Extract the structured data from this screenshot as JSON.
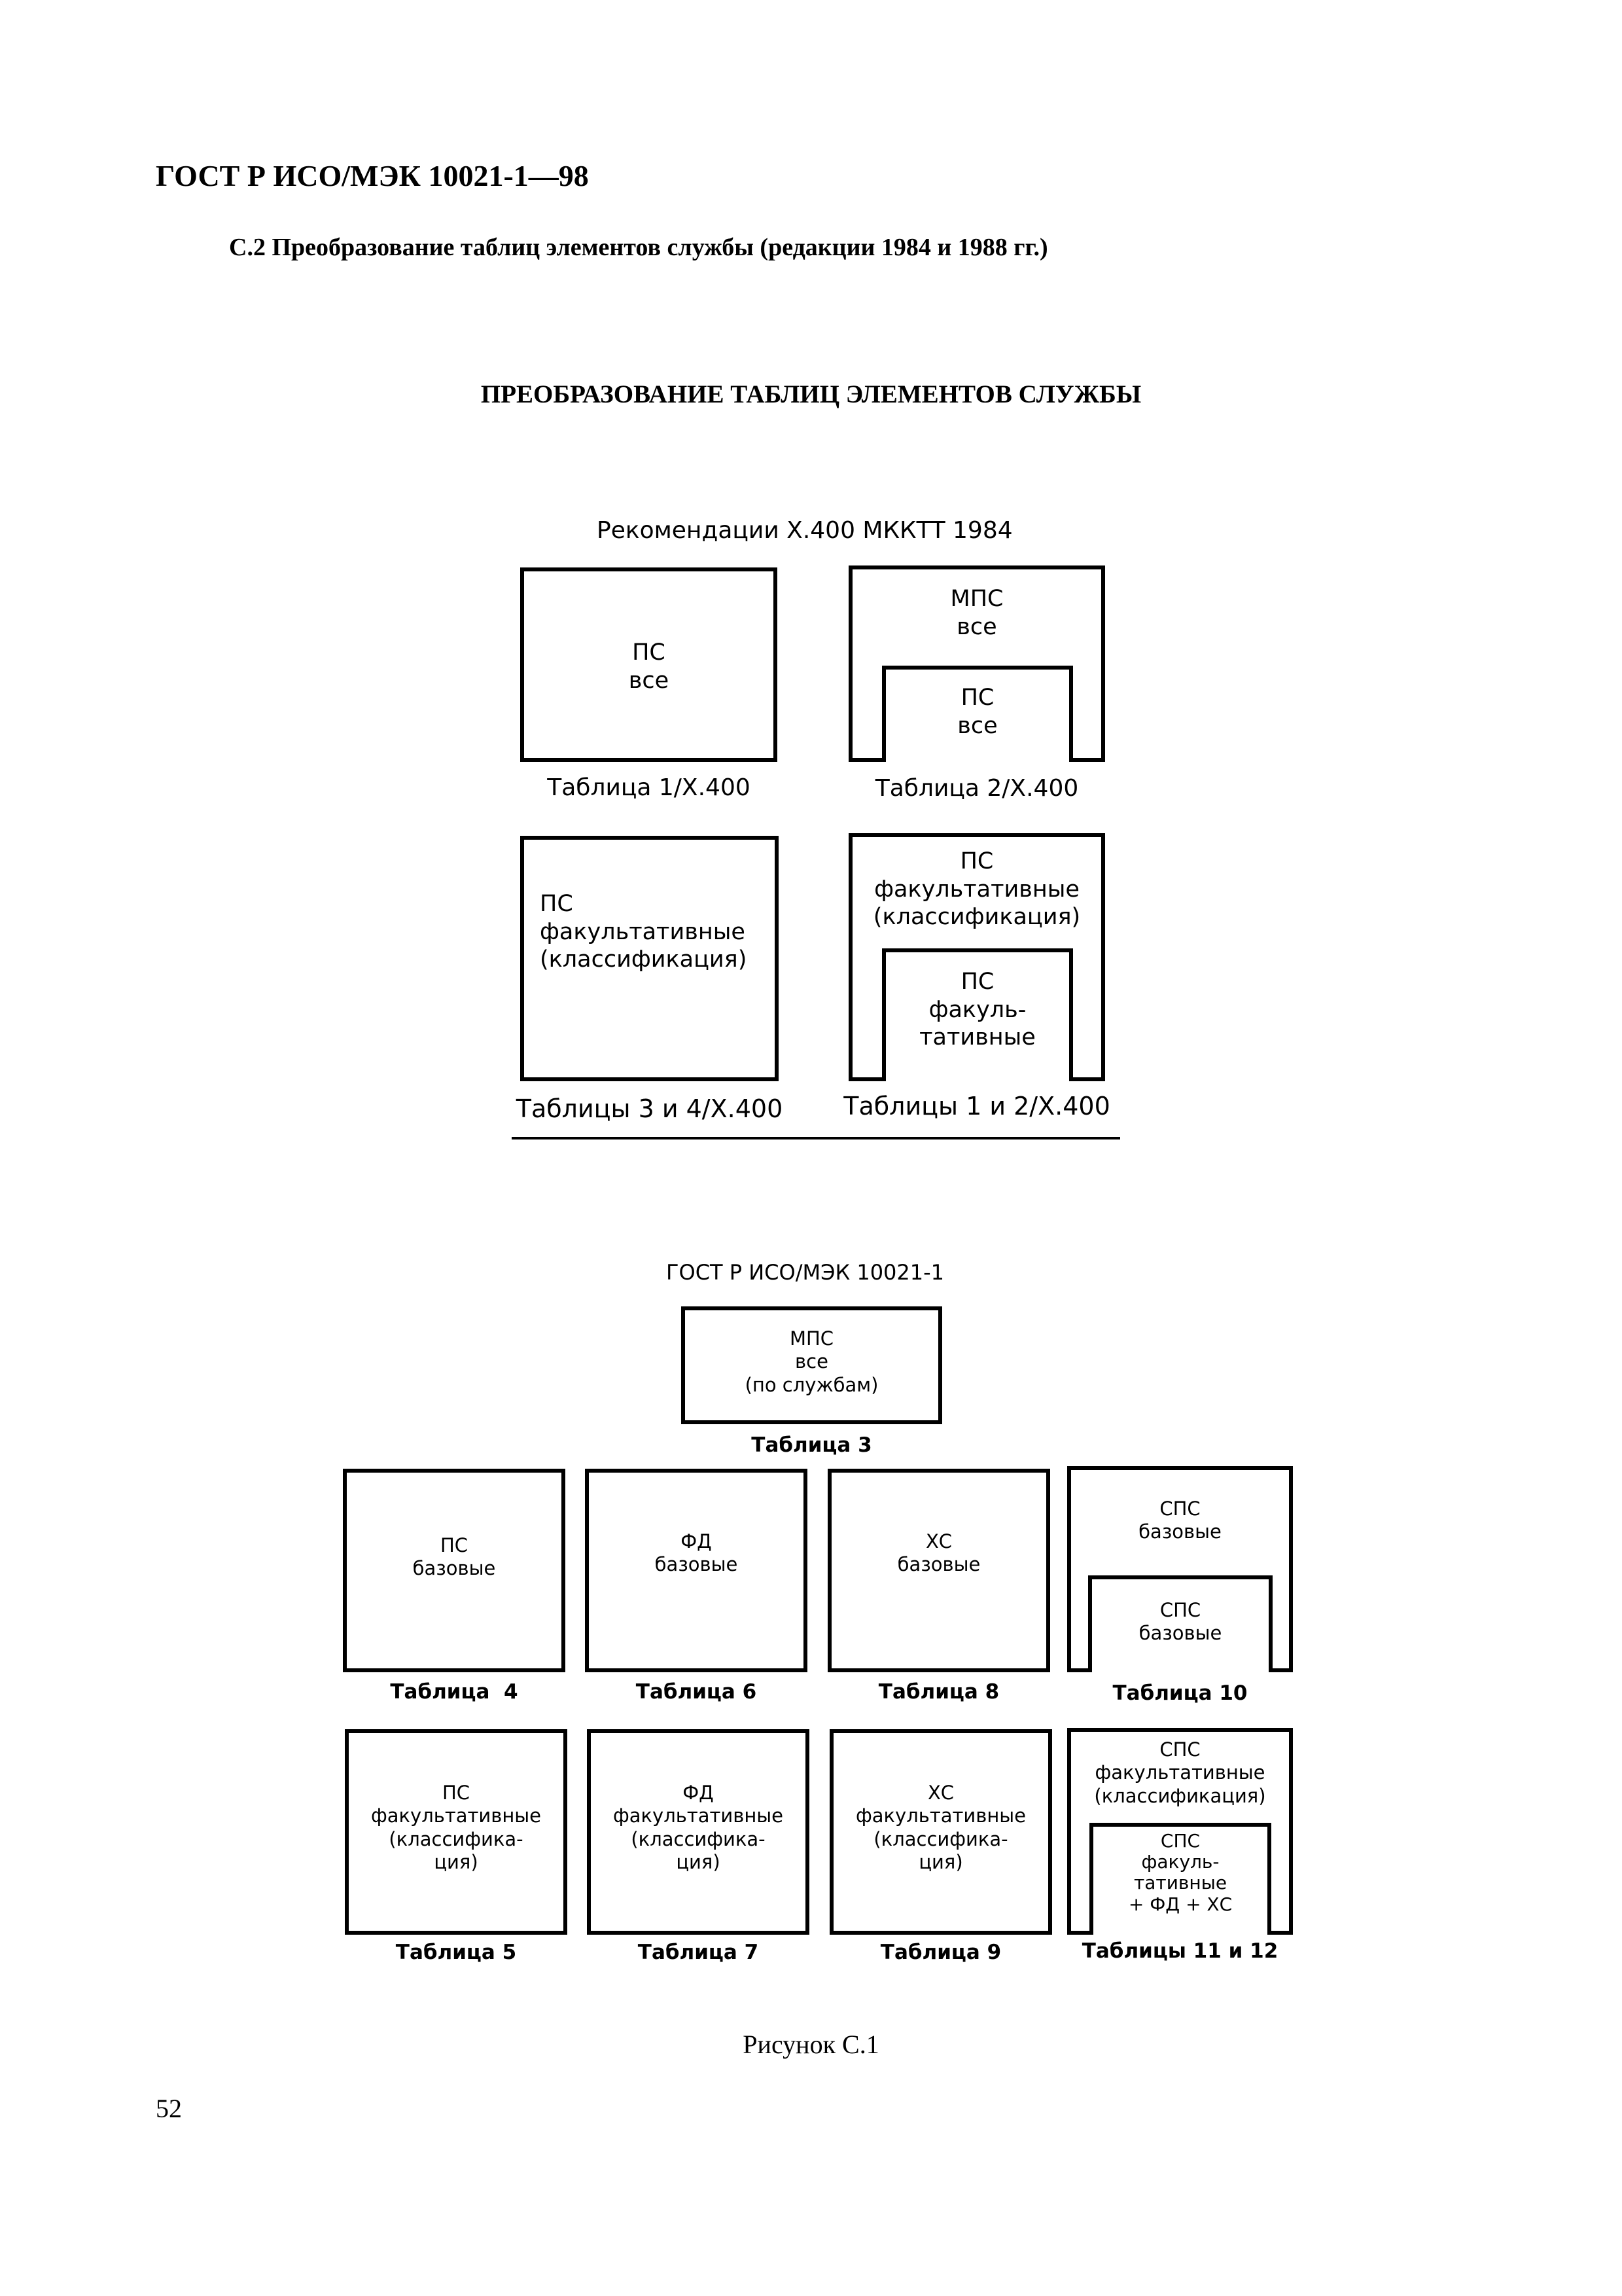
{
  "header": {
    "doc_id": "ГОСТ Р ИСО/МЭК 10021-1—98",
    "section": "С.2 Преобразование таблиц элементов службы (редакции 1984 и 1988 гг.)",
    "figure_title": "ПРЕОБРАЗОВАНИЕ ТАБЛИЦ ЭЛЕМЕНТОВ СЛУЖБЫ"
  },
  "diagram1": {
    "heading": "Рекомендации X.400 МККТТ 1984",
    "box1": {
      "text": [
        "ПС",
        "все"
      ],
      "caption": "Таблица 1/X.400"
    },
    "box2": {
      "outer": [
        "МПС",
        "все"
      ],
      "inner": [
        "ПС",
        "все"
      ],
      "caption": "Таблица 2/X.400"
    },
    "box3": {
      "text": [
        "ПС",
        "факультативные",
        "(классификация)"
      ],
      "caption": "Таблицы 3 и 4/X.400"
    },
    "box4": {
      "outer": [
        "ПС",
        "факультативные",
        "(классификация)"
      ],
      "inner": [
        "ПС",
        "факуль-",
        "тативные"
      ],
      "caption": "Таблицы 1 и 2/X.400"
    }
  },
  "diagram2": {
    "heading": "ГОСТ Р ИСО/МЭК 10021-1",
    "top": {
      "text": [
        "МПС",
        "все",
        "(по службам)"
      ],
      "caption": "Таблица 3"
    },
    "row1": [
      {
        "text": [
          "ПС",
          "базовые"
        ],
        "caption": "Таблица  4"
      },
      {
        "text": [
          "ФД",
          "базовые"
        ],
        "caption": "Таблица 6"
      },
      {
        "text": [
          "ХС",
          "базовые"
        ],
        "caption": "Таблица 8"
      },
      {
        "outer": [
          "СПС",
          "базовые"
        ],
        "inner": [
          "СПС",
          "базовые"
        ],
        "caption": "Таблица 10"
      }
    ],
    "row2": [
      {
        "text": [
          "ПС",
          "факультативные",
          "(классифика-",
          "ция)"
        ],
        "caption": "Таблица 5"
      },
      {
        "text": [
          "ФД",
          "факультативные",
          "(классифика-",
          "ция)"
        ],
        "caption": "Таблица 7"
      },
      {
        "text": [
          "ХС",
          "факультативные",
          "(классифика-",
          "ция)"
        ],
        "caption": "Таблица 9"
      },
      {
        "outer": [
          "СПС",
          "факультативные",
          "(классификация)"
        ],
        "inner": [
          "СПС",
          "факуль-",
          "тативные",
          "+ ФД + ХС"
        ],
        "caption": "Таблицы 11 и 12"
      }
    ]
  },
  "figure_caption": "Рисунок С.1",
  "page_number": "52"
}
